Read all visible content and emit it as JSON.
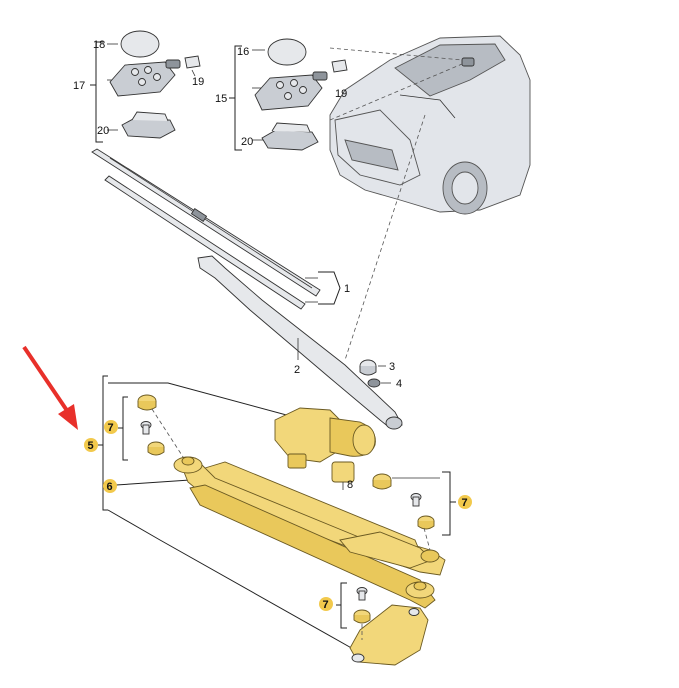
{
  "callouts": {
    "c1": "1",
    "c2": "2",
    "c3": "3",
    "c4": "4",
    "c5": "5",
    "c6": "6",
    "c7a": "7",
    "c7b": "7",
    "c7c": "7",
    "c8": "8",
    "c15": "15",
    "c16": "16",
    "c17": "17",
    "c18": "18",
    "c19a": "19",
    "c19b": "19",
    "c20a": "20",
    "c20b": "20"
  },
  "colors": {
    "highlight_part": "#f2d77a",
    "badge": "#f2c94c",
    "arrow": "#e8302a",
    "line": "#222222"
  },
  "icons": {
    "pointer": "red-arrow-icon"
  }
}
